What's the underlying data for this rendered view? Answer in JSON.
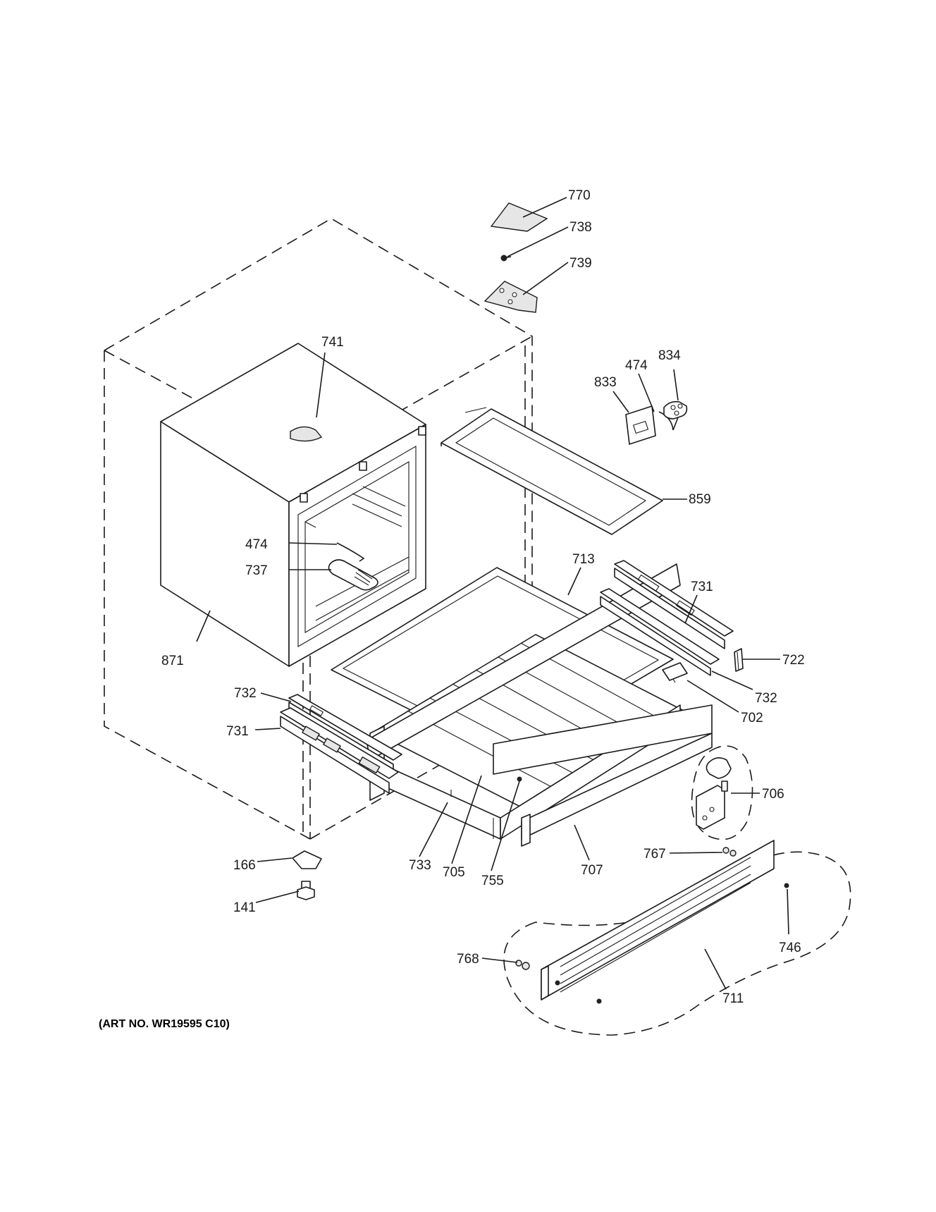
{
  "art_number": "(ART NO. WR19595 C10)",
  "callouts": {
    "c770": "770",
    "c738": "738",
    "c739": "739",
    "c741": "741",
    "c474a": "474",
    "c834": "834",
    "c833": "833",
    "c859": "859",
    "c474b": "474",
    "c737": "737",
    "c713": "713",
    "c731a": "731",
    "c722": "722",
    "c871": "871",
    "c732a": "732",
    "c702": "702",
    "c732b": "732",
    "c731b": "731",
    "c706": "706",
    "c767": "767",
    "c166": "166",
    "c733": "733",
    "c705": "705",
    "c755": "755",
    "c707": "707",
    "c141": "141",
    "c746": "746",
    "c768": "768",
    "c711": "711"
  }
}
